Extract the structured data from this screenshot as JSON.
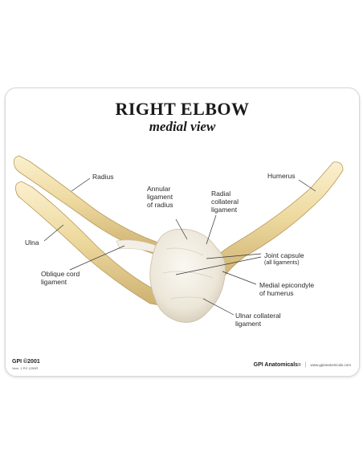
{
  "title": "RIGHT ELBOW",
  "subtitle": "medial view",
  "labels": {
    "radius": "Radius",
    "ulna": "Ulna",
    "annular_1": "Annular",
    "annular_2": "ligament",
    "annular_3": "of radius",
    "radial_1": "Radial",
    "radial_2": "collateral",
    "radial_3": "ligament",
    "humerus": "Humerus",
    "joint_capsule_1": "Joint capsule",
    "joint_capsule_2": "(all ligaments)",
    "oblique_1": "Oblique cord",
    "oblique_2": "ligament",
    "medial_1": "Medial epicondyle",
    "medial_2": "of humerus",
    "ulnar_1": "Ulnar collateral",
    "ulnar_2": "ligament"
  },
  "footer": {
    "copyright": "GPI ©2001",
    "catalog": "Vers. 1 PG 1290R",
    "brand": "GPI Anatomicals",
    "registered": "®",
    "website": "www.gpianatomicals.com"
  },
  "colors": {
    "bone": "#eedaa0",
    "bone_shade": "#d2b777",
    "bone_highlight": "#fbf0cf",
    "ligament": "#f3efe6",
    "ligament_shade": "#d9d2c3"
  }
}
